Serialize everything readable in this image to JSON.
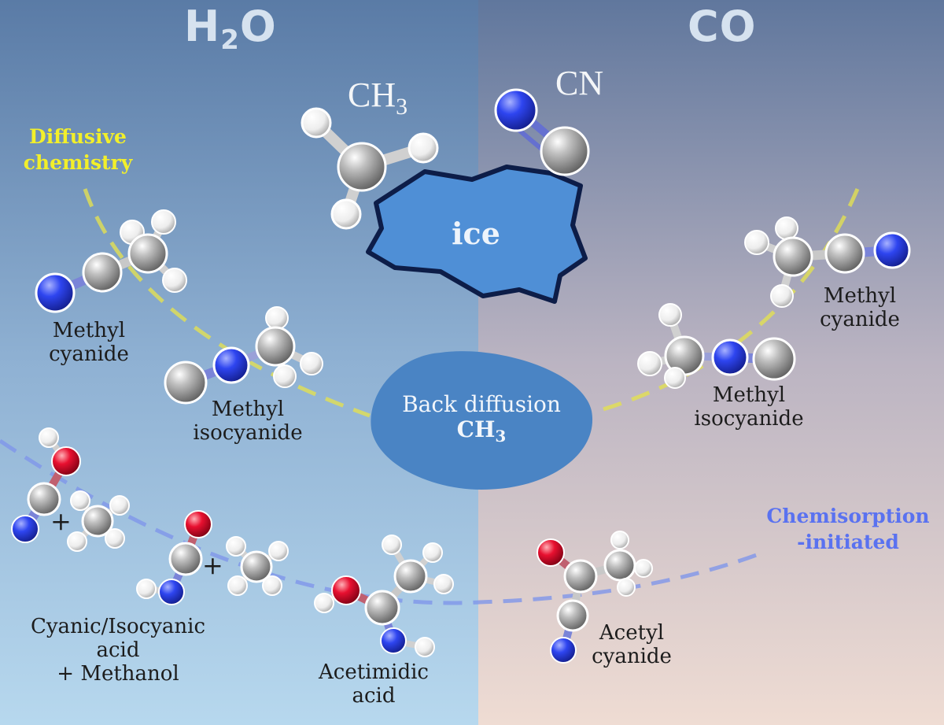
{
  "headers": {
    "left_main": "H",
    "left_sub": "2",
    "left_end": "O",
    "right": "CO"
  },
  "radicals": {
    "ch3_main": "CH",
    "ch3_sub": "3",
    "cn": "CN"
  },
  "ice_label": "ice",
  "back_diffusion": {
    "line1": "Back diffusion",
    "line2_main": "CH",
    "line2_sub": "3"
  },
  "pathways": {
    "diffusive": {
      "line1": "Diffusive",
      "line2": "chemistry",
      "color": "#f2ef2a"
    },
    "chemisorption": {
      "line1": "Chemisorption",
      "line2": "-initiated",
      "color": "#5a72f0"
    }
  },
  "molecules": {
    "methyl_cyanide_left": {
      "line1": "Methyl",
      "line2": "cyanide"
    },
    "methyl_isocyanide_left": {
      "line1": "Methyl",
      "line2": "isocyanide"
    },
    "methyl_cyanide_right": {
      "line1": "Methyl",
      "line2": "cyanide"
    },
    "methyl_isocyanide_right": {
      "line1": "Methyl",
      "line2": "isocyanide"
    },
    "cyanic": {
      "line1": "Cyanic/Isocyanic",
      "line2": "acid",
      "line3": "+ Methanol"
    },
    "acetimidic": {
      "line1": "Acetimidic",
      "line2": "acid"
    },
    "acetyl": {
      "line1": "Acetyl",
      "line2": "cyanide"
    }
  },
  "plus_sign": "+",
  "colors": {
    "carbon": "#8f8f8f",
    "hydrogen": "#f2f2f2",
    "nitrogen": "#2436e6",
    "oxygen": "#e0102c",
    "ice": "#4f8fd6"
  }
}
